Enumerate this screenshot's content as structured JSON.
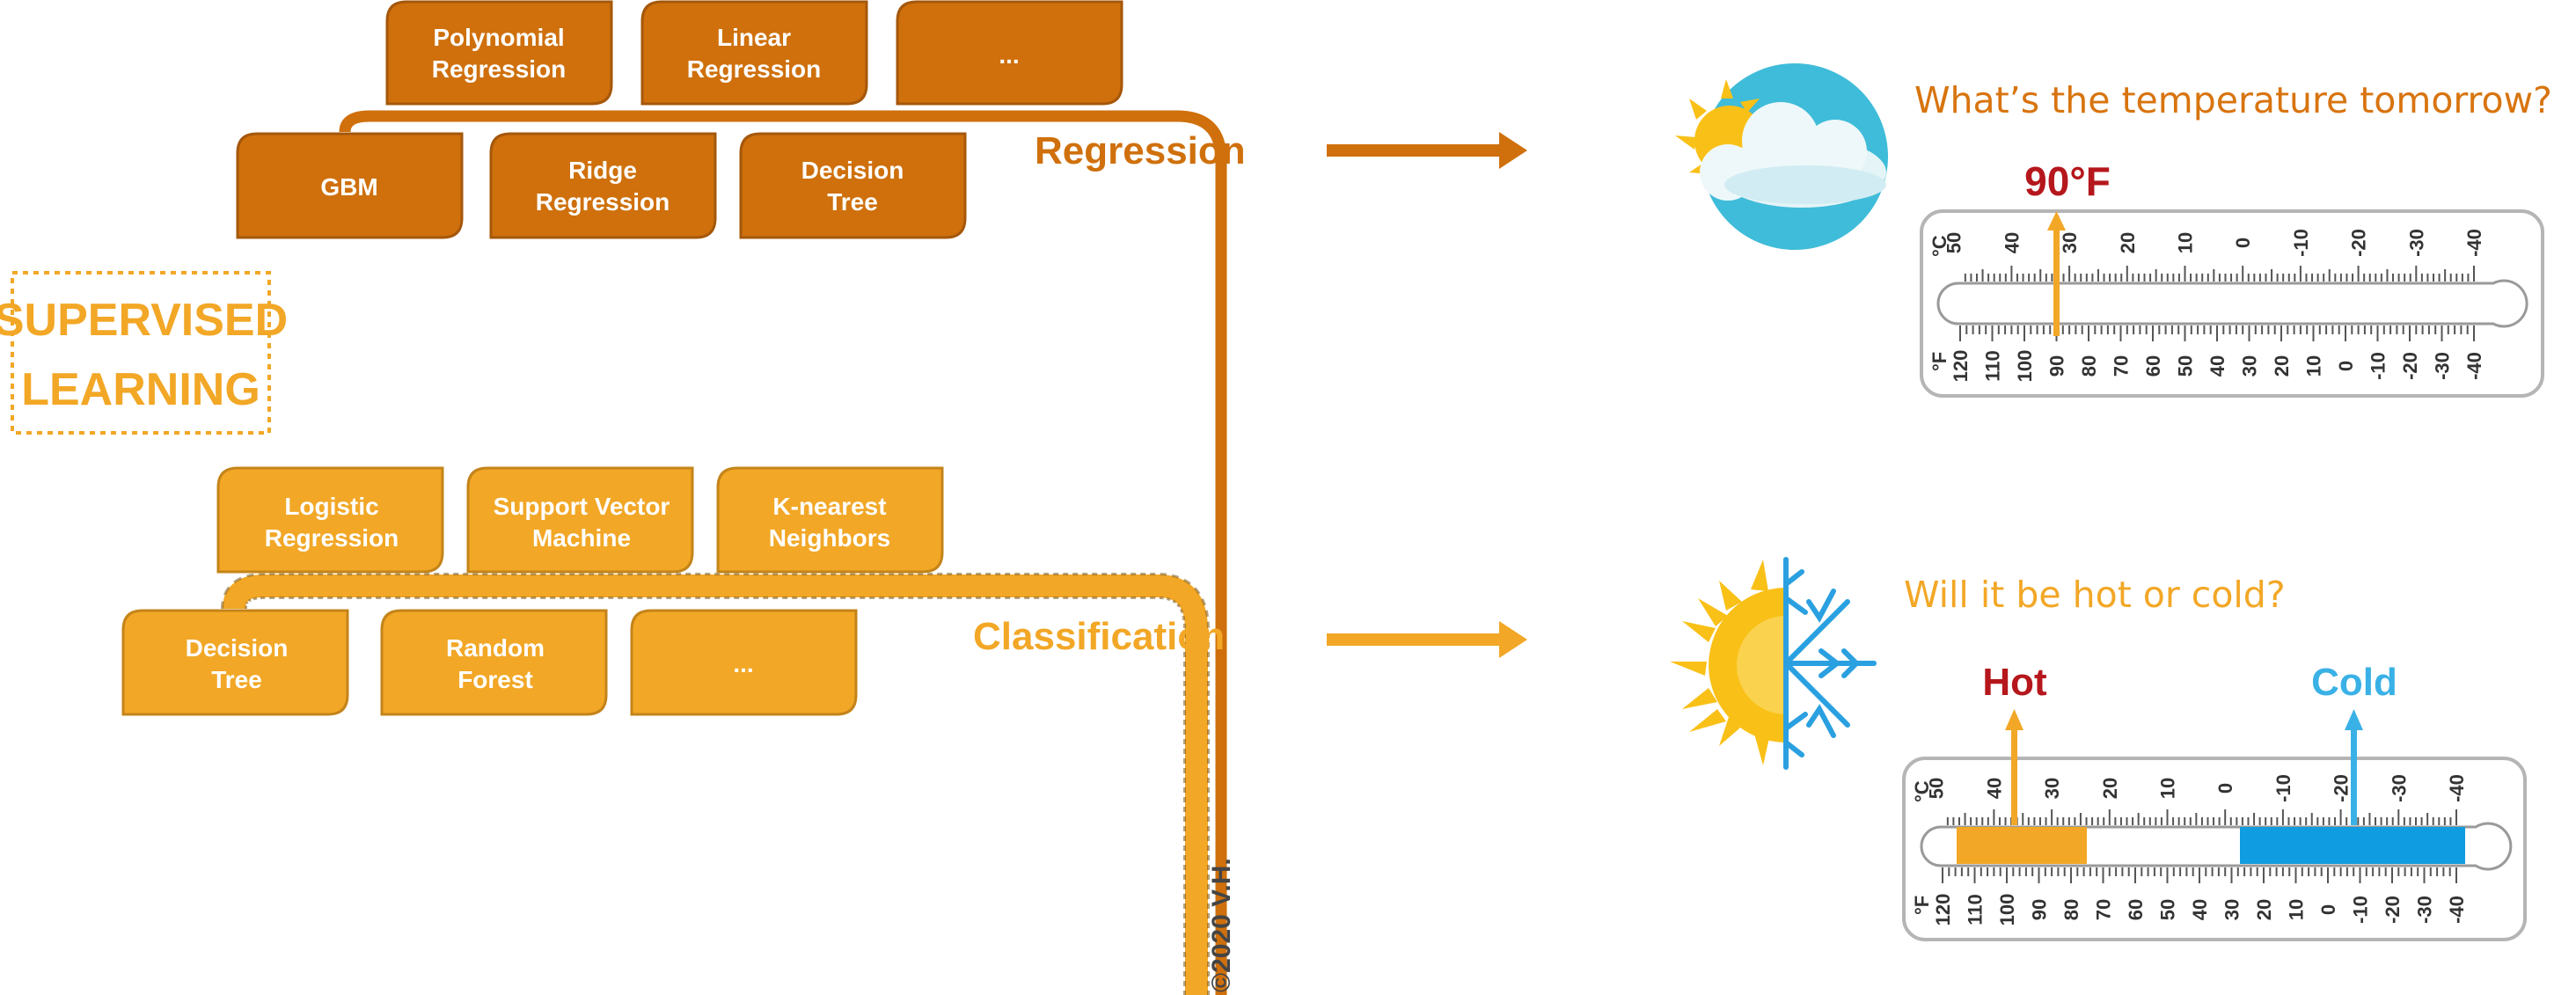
{
  "colors": {
    "regression": "#cf700c",
    "classification": "#f2a726",
    "question": "#d8740f",
    "hot_label": "#b5171c",
    "cold_label": "#3ab1e6",
    "hot_bar": "#f2a726",
    "cold_bar": "#109ce0",
    "cloud_circle": "#3fbcd9",
    "sun": "#f9c017"
  },
  "supervised": {
    "line1": "SUPERVISED",
    "line2": "LEARNING"
  },
  "regression": {
    "label": "Regression",
    "top_boxes": [
      {
        "line1": "Polynomial",
        "line2": "Regression"
      },
      {
        "line1": "Linear",
        "line2": "Regression"
      },
      {
        "line1": "...",
        "line2": ""
      }
    ],
    "bottom_boxes": [
      {
        "line1": "GBM",
        "line2": ""
      },
      {
        "line1": "Ridge",
        "line2": "Regression"
      },
      {
        "line1": "Decision",
        "line2": "Tree"
      }
    ],
    "question": "What’s the temperature tomorrow?",
    "reading": "90°F",
    "reading_value_f": 90,
    "icon": "sun-behind-cloud-icon"
  },
  "classification": {
    "label": "Classification",
    "top_boxes": [
      {
        "line1": "Logistic",
        "line2": "Regression"
      },
      {
        "line1": "Support Vector",
        "line2": "Machine"
      },
      {
        "line1": "K-nearest",
        "line2": "Neighbors"
      }
    ],
    "bottom_boxes": [
      {
        "line1": "Decision",
        "line2": "Tree"
      },
      {
        "line1": "Random",
        "line2": "Forest"
      },
      {
        "line1": "...",
        "line2": ""
      }
    ],
    "question": "Will it be hot or cold?",
    "hot_label": "Hot",
    "cold_label": "Cold",
    "icon": "sun-snowflake-icon"
  },
  "thermometer": {
    "celsius_unit": "°C",
    "fahrenheit_unit": "°F",
    "celsius_ticks": [
      "50",
      "40",
      "30",
      "20",
      "10",
      "0",
      "-10",
      "-20",
      "-30",
      "-40"
    ],
    "fahrenheit_ticks": [
      "120",
      "110",
      "100",
      "90",
      "80",
      "70",
      "60",
      "50",
      "40",
      "30",
      "20",
      "10",
      "0",
      "-10",
      "-20",
      "-30",
      "-40"
    ]
  },
  "copyright": "©2020 V.H."
}
